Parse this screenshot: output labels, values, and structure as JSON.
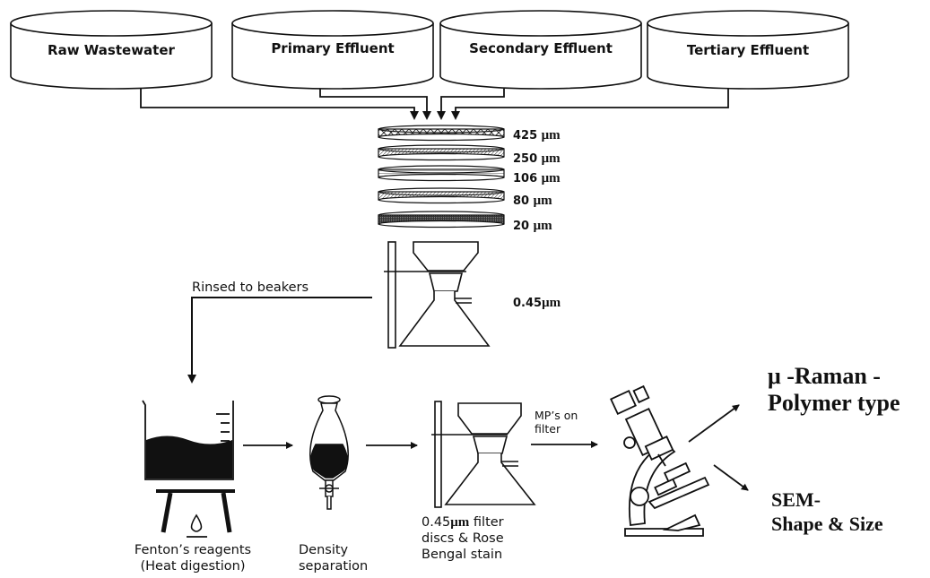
{
  "tanks": [
    {
      "label": "Raw Wastewater"
    },
    {
      "label": "Primary Effluent"
    },
    {
      "label": "Secondary Effluent"
    },
    {
      "label": "Tertiary Effluent"
    }
  ],
  "sieves": [
    {
      "num": "425",
      "unit": "μm"
    },
    {
      "num": "250",
      "unit": "μm"
    },
    {
      "num": "106",
      "unit": "μm"
    },
    {
      "num": "80",
      "unit": "μm"
    },
    {
      "num": "20",
      "unit": "μm"
    }
  ],
  "vacuum_filter": {
    "num": "0.45",
    "unit": "μm"
  },
  "rinse_label": "Rinsed to beakers",
  "steps": {
    "fenton": {
      "line1": "Fenton’s reagents",
      "line2": "(Heat digestion)"
    },
    "density": {
      "line1": "Density",
      "line2": "separation"
    },
    "filter": {
      "num": "0.45",
      "unit": "μm",
      "line1_rest": " filter",
      "line2": "discs & Rose",
      "line3": "Bengal stain"
    },
    "mp_label": {
      "line1": "MP’s on",
      "line2": "filter"
    }
  },
  "outputs": {
    "raman": {
      "line1": "μ -Raman -",
      "line2": "Polymer type"
    },
    "sem": {
      "line1": "SEM-",
      "line2": "Shape & Size"
    }
  }
}
